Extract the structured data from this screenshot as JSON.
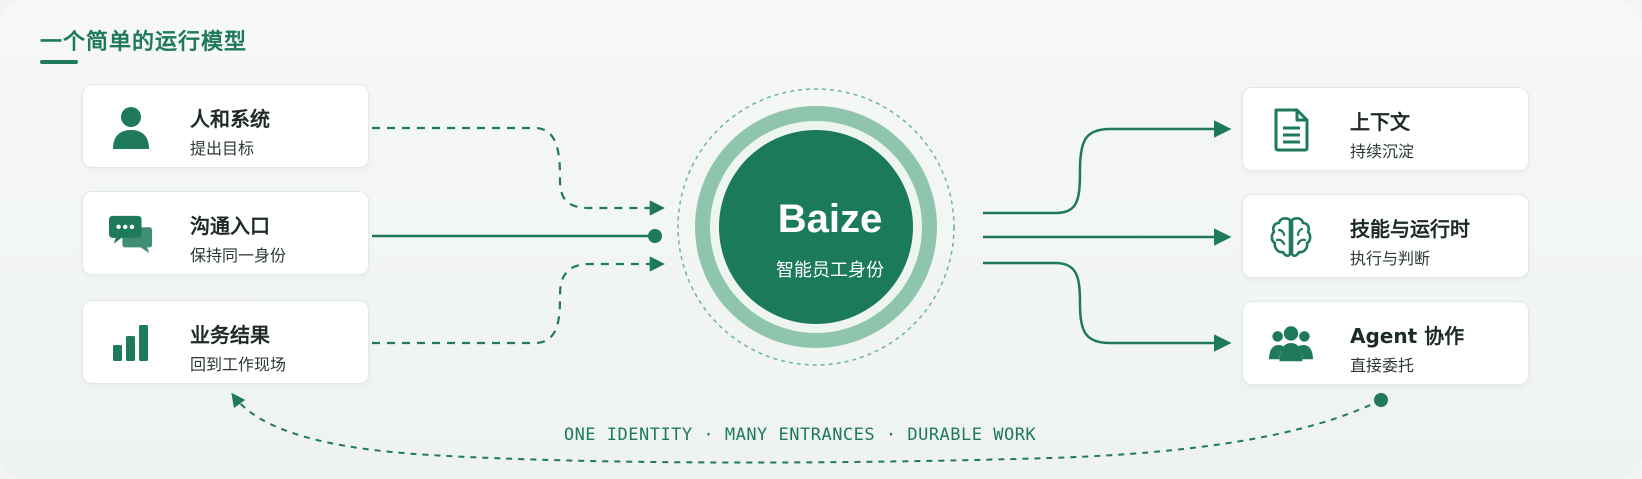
{
  "page_title": "一个简单的运行模型",
  "hub": {
    "brand": "Baize",
    "subtitle": "智能员工身份"
  },
  "inputs": [
    {
      "title": "人和系统",
      "subtitle": "提出目标",
      "icon": "person-icon"
    },
    {
      "title": "沟通入口",
      "subtitle": "保持同一身份",
      "icon": "chat-bubbles-icon"
    },
    {
      "title": "业务结果",
      "subtitle": "回到工作现场",
      "icon": "bar-chart-icon"
    }
  ],
  "outputs": [
    {
      "title": "上下文",
      "subtitle": "持续沉淀",
      "icon": "document-icon"
    },
    {
      "title": "技能与运行时",
      "subtitle": "执行与判断",
      "icon": "brain-icon"
    },
    {
      "title": "Agent 协作",
      "subtitle": "直接委托",
      "icon": "team-icon"
    }
  ],
  "motto": "ONE IDENTITY · MANY ENTRANCES · DURABLE WORK",
  "colors": {
    "accent": "#1f7a5a",
    "hub_fill": "#1b7a59",
    "hub_ring": "#8fc5ad",
    "background": "#f2f5f3",
    "card": "#ffffff"
  }
}
